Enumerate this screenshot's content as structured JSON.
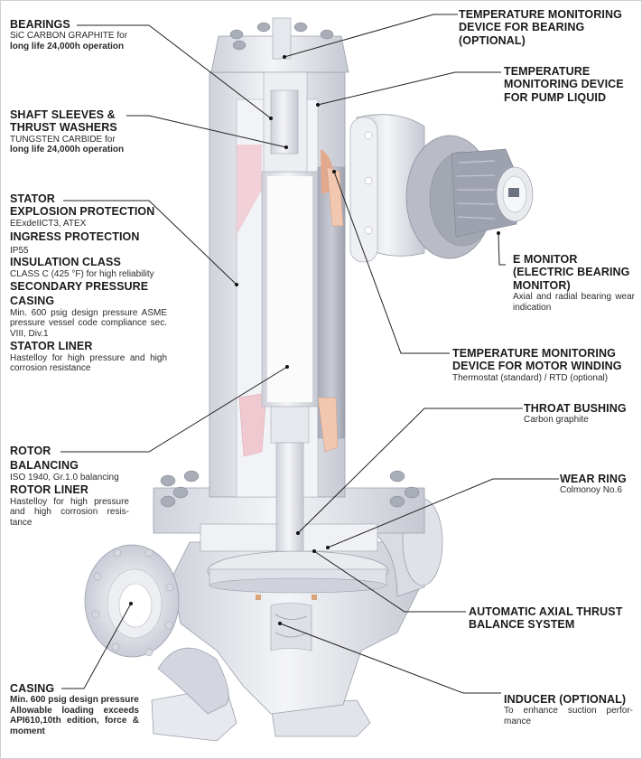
{
  "diagram": {
    "title": "Canned motor pump cutaway",
    "colors": {
      "metal": "#e4e6ec",
      "metal_dark": "#b9bcc6",
      "copper": "#e8b8a0",
      "pink": "#f0c8d0",
      "leader": "#222222",
      "text": "#1b1b1b"
    }
  },
  "left_labels": {
    "bearings": {
      "title": "BEARINGS",
      "desc1": "SiC CARBON GRAPHITE for",
      "desc2": "long life 24,000h operation"
    },
    "shaft_sleeves": {
      "title1": "SHAFT SLEEVES &",
      "title2": "THRUST WASHERS",
      "desc1": "TUNGSTEN CARBIDE for",
      "desc2": "long life 24,000h operation"
    },
    "stator": {
      "title": "STATOR",
      "explosion_title": "EXPLOSION PROTECTION",
      "explosion_desc": "EExdeIICT3, ATEX",
      "ingress_title": "INGRESS PROTECTION",
      "ingress_desc": "IP55",
      "insulation_title": "INSULATION CLASS",
      "insulation_desc": "CLASS C (425 °F) for high reliability",
      "secondary_title1": "SECONDARY PRESSURE",
      "secondary_title2": "CASING",
      "secondary_desc": "Min. 600 psig design pressure ASME pressure vessel code compliance sec. VIII, Div.1",
      "liner_title": "STATOR LINER",
      "liner_desc": "Hastelloy for high pressure and high corrosion resistance"
    },
    "rotor": {
      "title": "ROTOR",
      "balancing_title": "BALANCING",
      "balancing_desc": "ISO 1940, Gr.1.0 balancing",
      "liner_title": "ROTOR LINER",
      "liner_desc": "Hastelloy for high pressure and high corrosion resis-tance"
    },
    "casing": {
      "title": "CASING",
      "desc1": "Min. 600 psig design pressure",
      "desc2": "Allowable loading exceeds API610,10th edition, force & moment"
    }
  },
  "right_labels": {
    "temp_bearing": {
      "title1": "TEMPERATURE MONITORING",
      "title2": "DEVICE FOR BEARING",
      "title3": "(OPTIONAL)"
    },
    "temp_liquid": {
      "title1": "TEMPERATURE",
      "title2": "MONITORING DEVICE",
      "title3": "FOR PUMP LIQUID"
    },
    "e_monitor": {
      "title1": "E MONITOR",
      "title2": "(ELECTRIC BEARING",
      "title3": "MONITOR)",
      "desc": "Axial and radial bearing wear indication"
    },
    "temp_winding": {
      "title1": "TEMPERATURE MONITORING",
      "title2": "DEVICE FOR MOTOR WINDING",
      "desc": "Thermostat (standard) / RTD (optional)"
    },
    "throat_bushing": {
      "title": "THROAT BUSHING",
      "desc": "Carbon graphite"
    },
    "wear_ring": {
      "title": "WEAR RING",
      "desc": "Colmonoy No.6"
    },
    "axial_thrust": {
      "title1": "AUTOMATIC AXIAL THRUST",
      "title2": "BALANCE SYSTEM"
    },
    "inducer": {
      "title": "INDUCER (OPTIONAL)",
      "desc": "To enhance suction perfor-mance"
    }
  }
}
